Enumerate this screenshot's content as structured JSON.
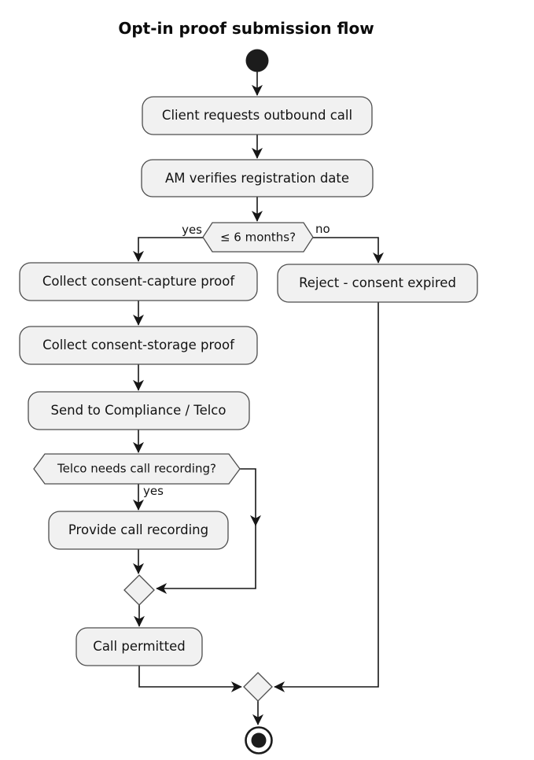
{
  "title": "Opt-in proof submission flow",
  "diagram_type": "activity-flowchart",
  "colors": {
    "background": "#ffffff",
    "node_fill": "#f1f1f1",
    "node_border": "#4d4d4d",
    "line": "#161616",
    "text": "#131313",
    "terminal": "#1c1c1c"
  },
  "nodes": {
    "start": {
      "type": "start-circle"
    },
    "client_request": {
      "type": "activity",
      "label": "Client requests outbound call"
    },
    "verify_date": {
      "type": "activity",
      "label": "AM verifies registration date"
    },
    "months_decision": {
      "type": "decision-hexagon",
      "label": "≤ 6 months?"
    },
    "collect_capture": {
      "type": "activity",
      "label": "Collect consent-capture proof"
    },
    "collect_storage": {
      "type": "activity",
      "label": "Collect consent-storage proof"
    },
    "send_compliance": {
      "type": "activity",
      "label": "Send to Compliance / Telco"
    },
    "recording_decision": {
      "type": "decision-hexagon",
      "label": "Telco needs call recording?"
    },
    "provide_recording": {
      "type": "activity",
      "label": "Provide call recording"
    },
    "merge_after_recording": {
      "type": "merge-diamond"
    },
    "call_permitted": {
      "type": "activity",
      "label": "Call permitted"
    },
    "reject_expired": {
      "type": "activity",
      "label": "Reject - consent expired"
    },
    "final_merge": {
      "type": "merge-diamond"
    },
    "end": {
      "type": "end-circle"
    }
  },
  "edges": [
    {
      "from": "start",
      "to": "client_request",
      "label": ""
    },
    {
      "from": "client_request",
      "to": "verify_date",
      "label": ""
    },
    {
      "from": "verify_date",
      "to": "months_decision",
      "label": ""
    },
    {
      "from": "months_decision",
      "to": "collect_capture",
      "label": "yes"
    },
    {
      "from": "months_decision",
      "to": "reject_expired",
      "label": "no"
    },
    {
      "from": "collect_capture",
      "to": "collect_storage",
      "label": ""
    },
    {
      "from": "collect_storage",
      "to": "send_compliance",
      "label": ""
    },
    {
      "from": "send_compliance",
      "to": "recording_decision",
      "label": ""
    },
    {
      "from": "recording_decision",
      "to": "provide_recording",
      "label": "yes"
    },
    {
      "from": "recording_decision",
      "to": "merge_after_recording",
      "label": ""
    },
    {
      "from": "provide_recording",
      "to": "merge_after_recording",
      "label": ""
    },
    {
      "from": "merge_after_recording",
      "to": "call_permitted",
      "label": ""
    },
    {
      "from": "call_permitted",
      "to": "final_merge",
      "label": ""
    },
    {
      "from": "reject_expired",
      "to": "final_merge",
      "label": ""
    },
    {
      "from": "final_merge",
      "to": "end",
      "label": ""
    }
  ]
}
